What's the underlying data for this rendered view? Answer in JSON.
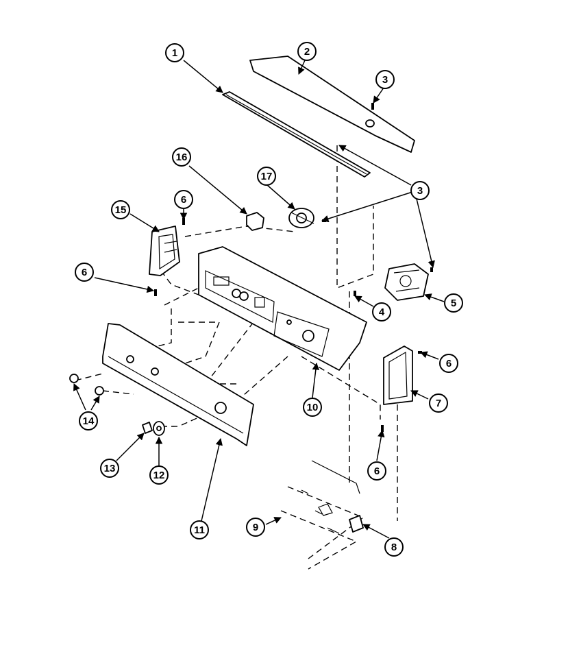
{
  "diagram": {
    "colors": {
      "ink": "#000000",
      "paper": "#ffffff"
    },
    "callouts": [
      {
        "id": "c1",
        "label": "1"
      },
      {
        "id": "c2",
        "label": "2"
      },
      {
        "id": "c3a",
        "label": "3"
      },
      {
        "id": "c3b",
        "label": "3"
      },
      {
        "id": "c4",
        "label": "4"
      },
      {
        "id": "c5",
        "label": "5"
      },
      {
        "id": "c6a",
        "label": "6"
      },
      {
        "id": "c6b",
        "label": "6"
      },
      {
        "id": "c6c",
        "label": "6"
      },
      {
        "id": "c6d",
        "label": "6"
      },
      {
        "id": "c7",
        "label": "7"
      },
      {
        "id": "c8",
        "label": "8"
      },
      {
        "id": "c9",
        "label": "9"
      },
      {
        "id": "c10",
        "label": "10"
      },
      {
        "id": "c11",
        "label": "11"
      },
      {
        "id": "c12",
        "label": "12"
      },
      {
        "id": "c13",
        "label": "13"
      },
      {
        "id": "c14",
        "label": "14"
      },
      {
        "id": "c15",
        "label": "15"
      },
      {
        "id": "c16",
        "label": "16"
      },
      {
        "id": "c17",
        "label": "17"
      }
    ]
  }
}
